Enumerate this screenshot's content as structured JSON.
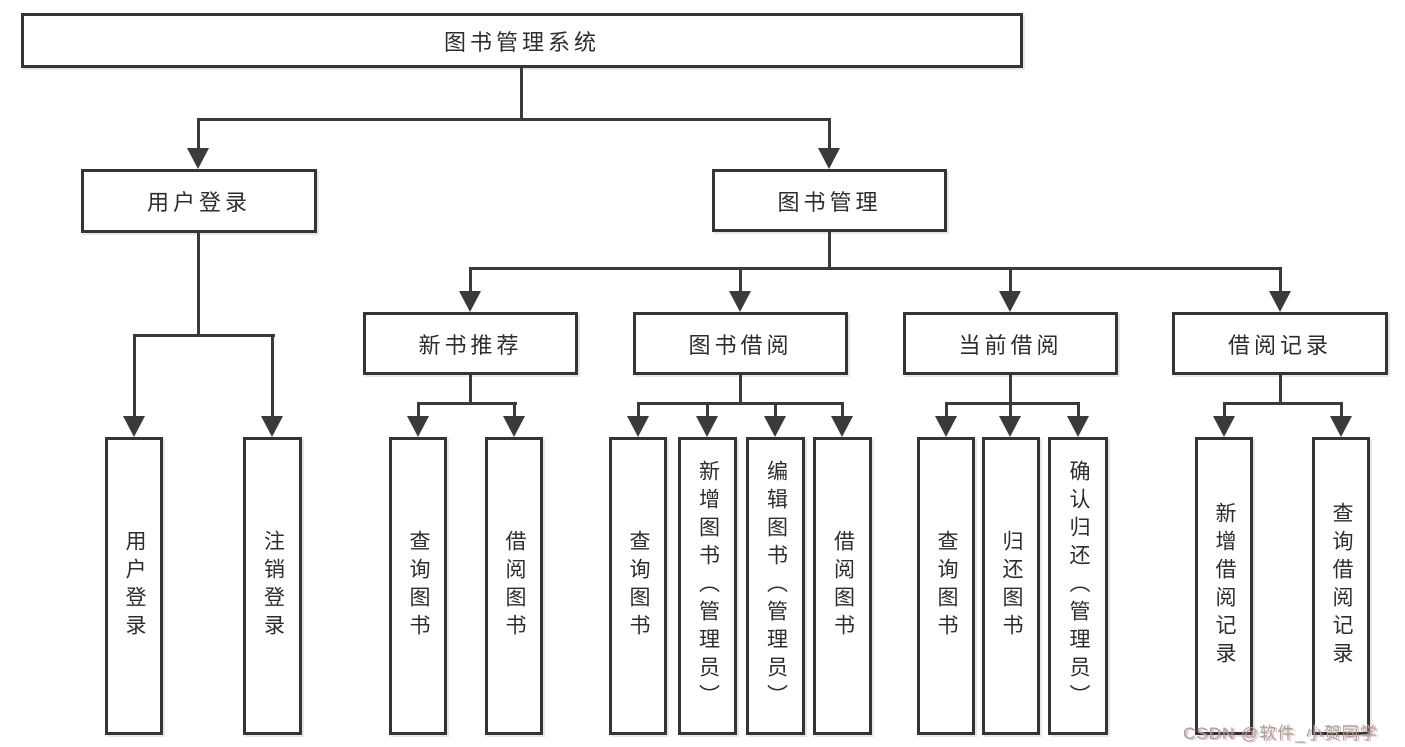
{
  "diagram": {
    "type": "hierarchy-tree",
    "colors": {
      "background": "#ffffff",
      "line": "#3a3a3a",
      "box_border": "#343434",
      "text": "#2d2d2d",
      "watermark": "#a3a3a3"
    }
  },
  "tree": {
    "root": {
      "label": "图书管理系统"
    },
    "children": [
      {
        "label": "用户登录",
        "children": [
          {
            "label": "用户登录"
          },
          {
            "label": "注销登录"
          }
        ]
      },
      {
        "label": "图书管理",
        "children": [
          {
            "label": "新书推荐",
            "children": [
              {
                "label": "查询图书"
              },
              {
                "label": "借阅图书"
              }
            ]
          },
          {
            "label": "图书借阅",
            "children": [
              {
                "label": "查询图书"
              },
              {
                "label": "新增图书（管理员）"
              },
              {
                "label": "编辑图书（管理员）"
              },
              {
                "label": "借阅图书"
              }
            ]
          },
          {
            "label": "当前借阅",
            "children": [
              {
                "label": "查询图书"
              },
              {
                "label": "归还图书"
              },
              {
                "label": "确认归还（管理员）"
              }
            ]
          },
          {
            "label": "借阅记录",
            "children": [
              {
                "label": "新增借阅记录"
              },
              {
                "label": "查询借阅记录"
              }
            ]
          }
        ]
      }
    ]
  },
  "watermark": {
    "text": "CSDN @软件_小贺同学"
  }
}
